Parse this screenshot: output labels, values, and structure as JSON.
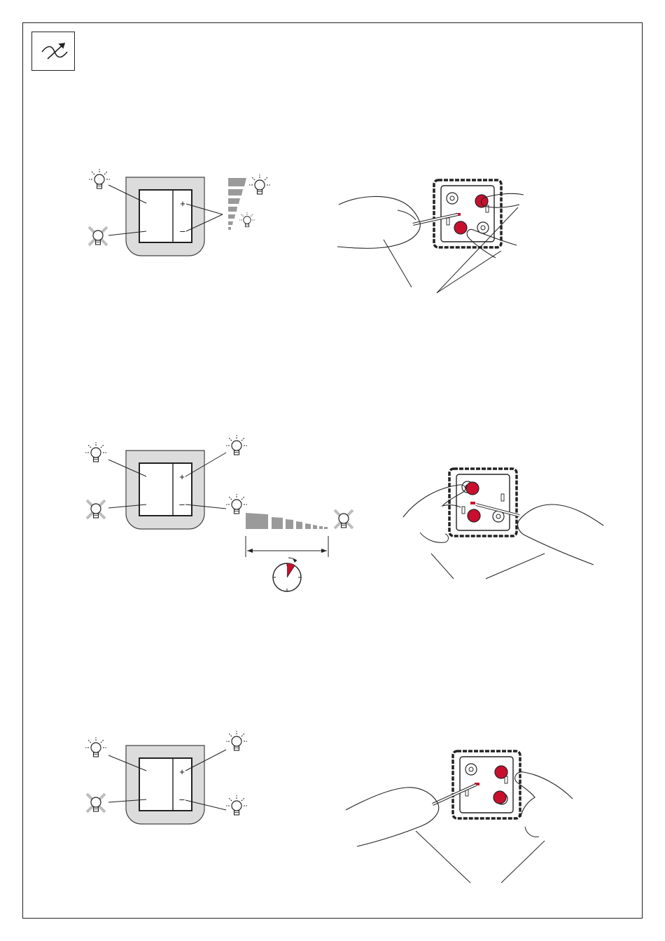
{
  "panels": [
    {
      "id": "step-1",
      "plus_label": "+",
      "minus_label": "–",
      "levels_shown_by_bars": 7
    },
    {
      "id": "step-2",
      "plus_label": "+",
      "minus_label": "–",
      "fade_bars": 6
    },
    {
      "id": "step-3",
      "plus_label": "+",
      "minus_label": "–"
    }
  ],
  "module_labels": {
    "on": "ON",
    "off": "OFF"
  },
  "colors": {
    "accent": "#c8102e",
    "bezel": "#dcdcdc",
    "gauge": "#9a9a9a",
    "line": "#222222"
  },
  "icons": [
    "dimmer-symbol-icon",
    "bulb-on-icon",
    "bulb-off-icon",
    "timer-icon",
    "hand-icon",
    "screwdriver-icon"
  ]
}
